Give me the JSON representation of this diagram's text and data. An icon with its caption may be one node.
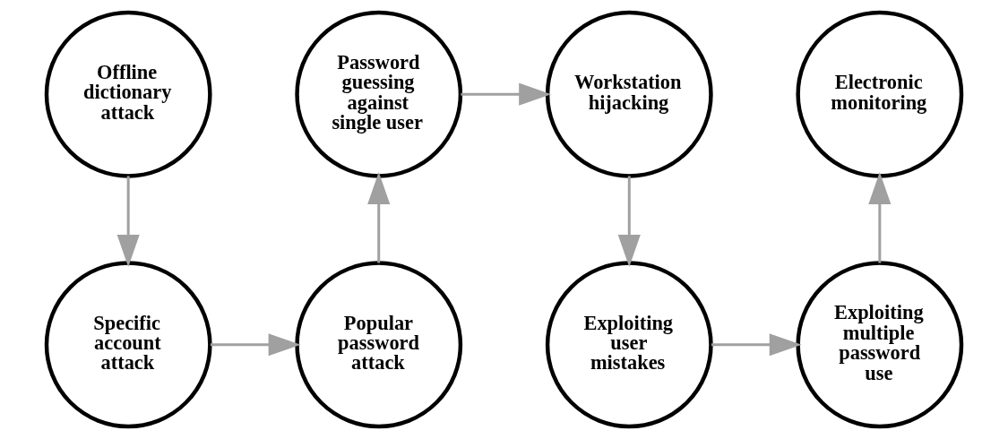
{
  "diagram": {
    "nodes": [
      {
        "text": [
          "Offline dictionary attack"
        ]
      },
      {
        "text": [
          "Specific account attack"
        ]
      },
      {
        "text": [
          "Popular password attack"
        ]
      },
      {
        "text": [
          "Password guessing against single user"
        ]
      },
      {
        "text": [
          "Workstation hijacking"
        ]
      },
      {
        "text": [
          "Exploiting user mistakes"
        ]
      },
      {
        "text": [
          "Exploiting multiple password use"
        ]
      },
      {
        "text": [
          "Electronic monitoring"
        ]
      }
    ],
    "edges": [
      {
        "from": 0,
        "to": 1,
        "arrow": "to"
      },
      {
        "from": 1,
        "to": 2,
        "arrow": "to"
      },
      {
        "from": 2,
        "to": 3,
        "arrow": "to"
      },
      {
        "from": 3,
        "to": 4,
        "arrow": "to"
      },
      {
        "from": 4,
        "to": 5,
        "arrow": "to"
      },
      {
        "from": 5,
        "to": 6,
        "arrow": "to"
      },
      {
        "from": 6,
        "to": 7,
        "arrow": "to"
      }
    ]
  }
}
